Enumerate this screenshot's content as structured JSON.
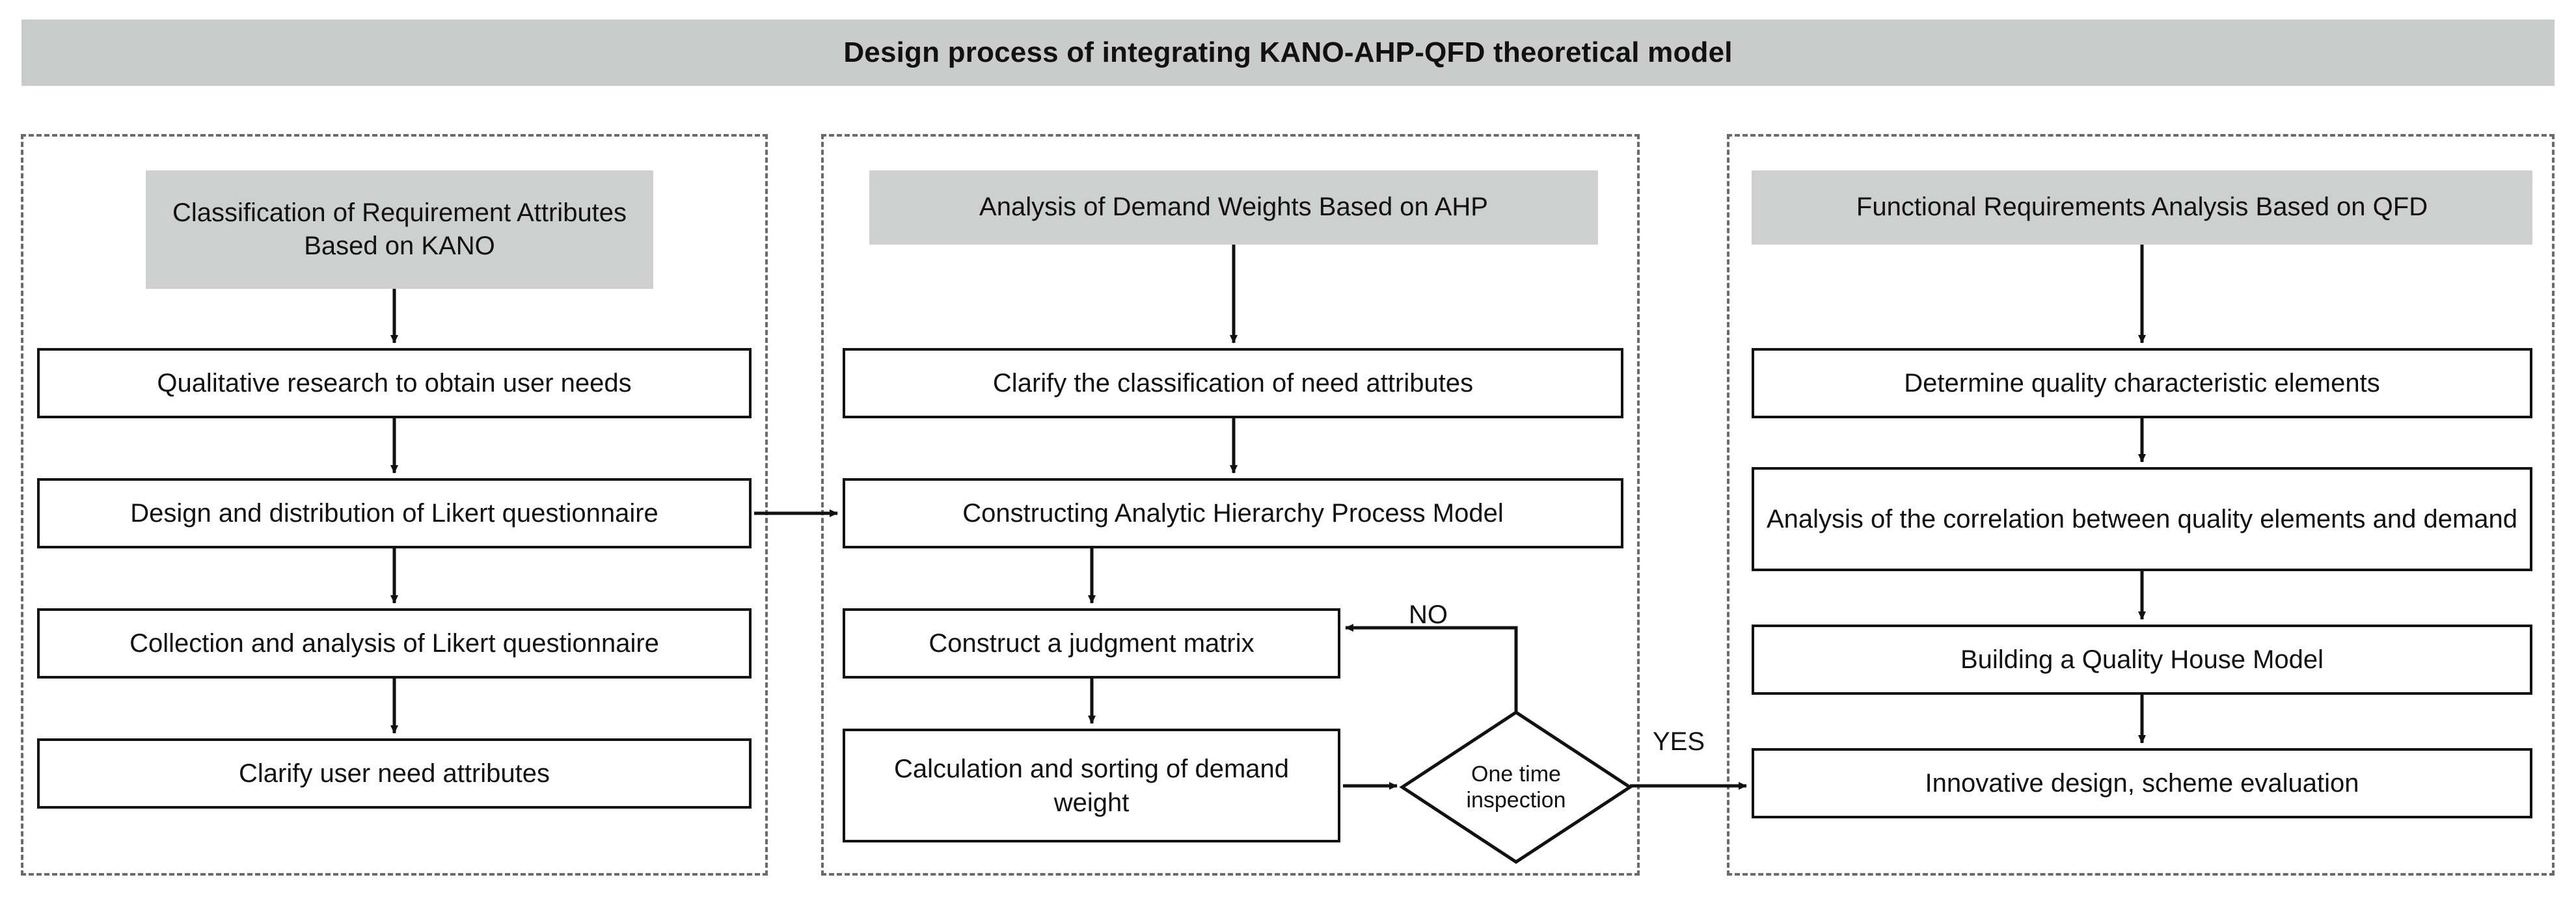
{
  "title": {
    "text": "Design process of integrating KANO-AHP-QFD theoretical model"
  },
  "panels": [
    {
      "id": "kano",
      "header": "Classification of Requirement Attributes Based on KANO"
    },
    {
      "id": "ahp",
      "header": "Analysis of Demand Weights Based on AHP"
    },
    {
      "id": "qfd",
      "header": "Functional Requirements Analysis Based on QFD"
    }
  ],
  "kano_steps": [
    "Qualitative research to obtain user needs",
    "Design and distribution of Likert questionnaire",
    "Collection and analysis of Likert questionnaire",
    "Clarify user need attributes"
  ],
  "ahp_steps": [
    "Clarify the classification of need attributes",
    "Constructing Analytic Hierarchy Process Model",
    "Construct a judgment matrix",
    "Calculation and sorting of demand weight"
  ],
  "qfd_steps": [
    "Determine quality characteristic elements",
    "Analysis of the correlation between quality elements and demand",
    "Building a Quality House Model",
    "Innovative design, scheme evaluation"
  ],
  "decision": {
    "line1": "One time",
    "line2": "inspection"
  },
  "edge_labels": {
    "no": "NO",
    "yes": "YES"
  },
  "colors": {
    "title_bar_fill": "#c9ccca",
    "stage_header_fill": "#cdd0cf",
    "panel_border": "#6b6b6b",
    "box_border": "#111111",
    "box_fill": "#ffffff",
    "page_background": "#ffffff"
  },
  "chart_data": {
    "type": "flowchart",
    "title": "Design process of integrating KANO-AHP-QFD theoretical model",
    "lanes": [
      {
        "name": "Classification of Requirement Attributes Based on KANO",
        "nodes": [
          "Qualitative research to obtain user needs",
          "Design and distribution of Likert questionnaire",
          "Collection and analysis of Likert questionnaire",
          "Clarify user need attributes"
        ]
      },
      {
        "name": "Analysis of Demand Weights Based on AHP",
        "nodes": [
          "Clarify the classification of need attributes",
          "Constructing Analytic Hierarchy Process Model",
          "Construct a judgment matrix",
          "Calculation and sorting of demand weight",
          "One time inspection"
        ]
      },
      {
        "name": "Functional Requirements Analysis Based on QFD",
        "nodes": [
          "Determine quality characteristic elements",
          "Analysis of the correlation between quality elements and demand",
          "Building a Quality House Model",
          "Innovative design, scheme evaluation"
        ]
      }
    ],
    "edges": [
      {
        "from": "Classification of Requirement Attributes Based on KANO",
        "to": "Qualitative research to obtain user needs",
        "label": ""
      },
      {
        "from": "Qualitative research to obtain user needs",
        "to": "Design and distribution of Likert questionnaire",
        "label": ""
      },
      {
        "from": "Design and distribution of Likert questionnaire",
        "to": "Collection and analysis of Likert questionnaire",
        "label": ""
      },
      {
        "from": "Collection and analysis of Likert questionnaire",
        "to": "Clarify user need attributes",
        "label": ""
      },
      {
        "from": "Design and distribution of Likert questionnaire",
        "to": "Constructing Analytic Hierarchy Process Model",
        "label": ""
      },
      {
        "from": "Analysis of Demand Weights Based on AHP",
        "to": "Clarify the classification of need attributes",
        "label": ""
      },
      {
        "from": "Clarify the classification of need attributes",
        "to": "Constructing Analytic Hierarchy Process Model",
        "label": ""
      },
      {
        "from": "Constructing Analytic Hierarchy Process Model",
        "to": "Construct a judgment matrix",
        "label": ""
      },
      {
        "from": "Construct a judgment matrix",
        "to": "Calculation and sorting of demand weight",
        "label": ""
      },
      {
        "from": "Calculation and sorting of demand weight",
        "to": "One time inspection",
        "label": ""
      },
      {
        "from": "One time inspection",
        "to": "Construct a judgment matrix",
        "label": "NO"
      },
      {
        "from": "One time inspection",
        "to": "Innovative design, scheme evaluation",
        "label": "YES"
      },
      {
        "from": "Functional Requirements Analysis Based on QFD",
        "to": "Determine quality characteristic elements",
        "label": ""
      },
      {
        "from": "Determine quality characteristic elements",
        "to": "Analysis of the correlation between quality elements and demand",
        "label": ""
      },
      {
        "from": "Analysis of the correlation between quality elements and demand",
        "to": "Building a Quality House Model",
        "label": ""
      },
      {
        "from": "Building a Quality House Model",
        "to": "Innovative design, scheme evaluation",
        "label": ""
      }
    ]
  }
}
